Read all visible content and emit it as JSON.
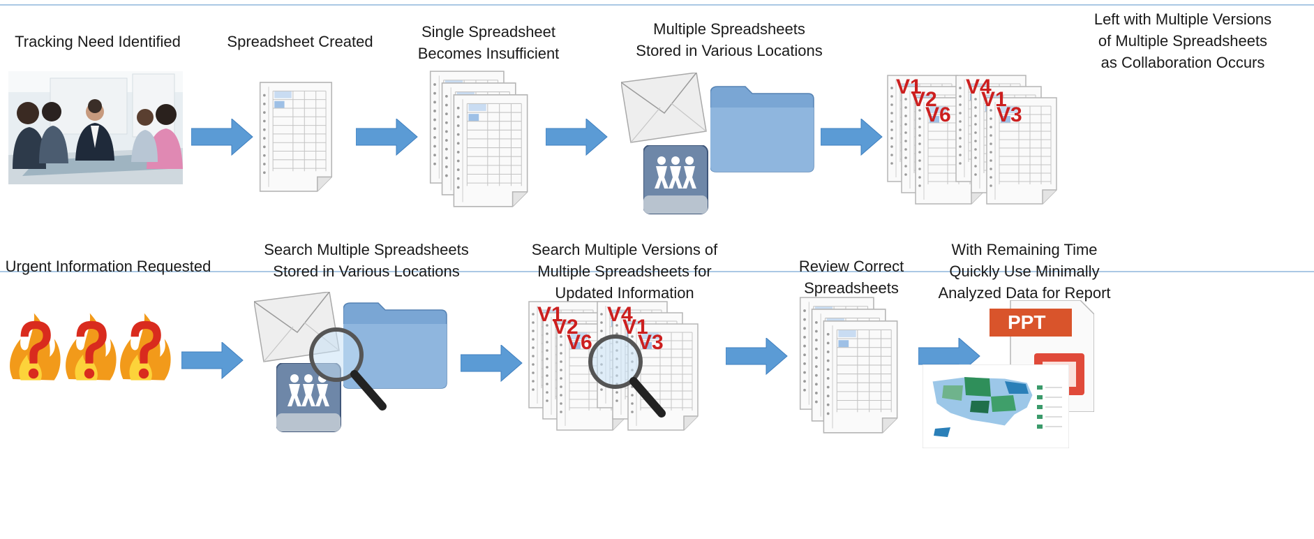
{
  "top_row": {
    "steps": [
      {
        "caption": "Tracking Need Identified",
        "icon": "meeting-photo"
      },
      {
        "caption": "Spreadsheet Created",
        "icon": "spreadsheet-icon"
      },
      {
        "caption": "Single Spreadsheet\nBecomes Insufficient",
        "icon": "spreadsheet-stack-icon"
      },
      {
        "caption": "Multiple Spreadsheets\nStored in Various Locations",
        "icon": "envelope-folder-drive-icon"
      },
      {
        "caption": "Left with Multiple Versions\nof Multiple Spreadsheets\nas Collaboration Occurs",
        "icon": "versioned-spreadsheets-icon"
      }
    ],
    "version_labels": [
      "V1",
      "V2",
      "V6",
      "V4",
      "V1",
      "V3"
    ]
  },
  "bottom_row": {
    "steps": [
      {
        "caption": "Urgent Information Requested",
        "icon": "flaming-question-marks"
      },
      {
        "caption": "Search Multiple Spreadsheets\nStored in Various Locations",
        "icon": "search-locations-icon"
      },
      {
        "caption": "Search Multiple Versions of\nMultiple Spreadsheets for\nUpdated Information",
        "icon": "search-versions-icon"
      },
      {
        "caption": "Review Correct\nSpreadsheets",
        "icon": "spreadsheet-stack-icon"
      },
      {
        "caption": "With Remaining Time\nQuickly Use Minimally\nAnalyzed Data for Report",
        "icon": "ppt-report-icon"
      }
    ],
    "version_labels": [
      "V1",
      "V2",
      "V6",
      "V4",
      "V1",
      "V3"
    ],
    "ppt_label": "PPT"
  },
  "colors": {
    "arrow": "#5b9bd5",
    "rule": "#aac8e4",
    "version_text": "#cc1f1f",
    "folder": "#6e9ccf",
    "ppt_orange": "#d9542b",
    "flame": "#f29a1a"
  }
}
